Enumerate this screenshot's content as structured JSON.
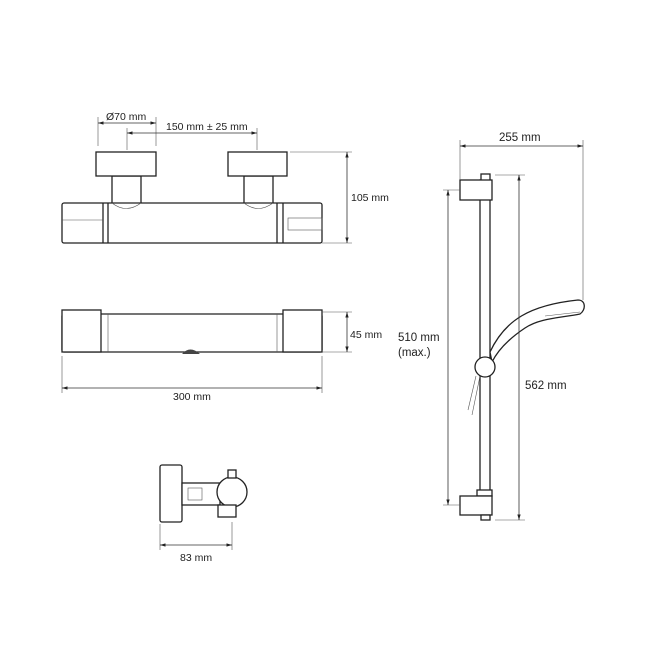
{
  "dimensions": {
    "inlet_diameter": "Ø70 mm",
    "inlet_centres": "150 mm ± 25 mm",
    "valve_height": "105 mm",
    "valve_depth": "45 mm",
    "valve_width": "300 mm",
    "valve_projection": "83 mm",
    "head_reach": "255 mm",
    "rail_adjust": "510 mm",
    "rail_adjust_note": "(max.)",
    "rail_length": "562 mm"
  }
}
